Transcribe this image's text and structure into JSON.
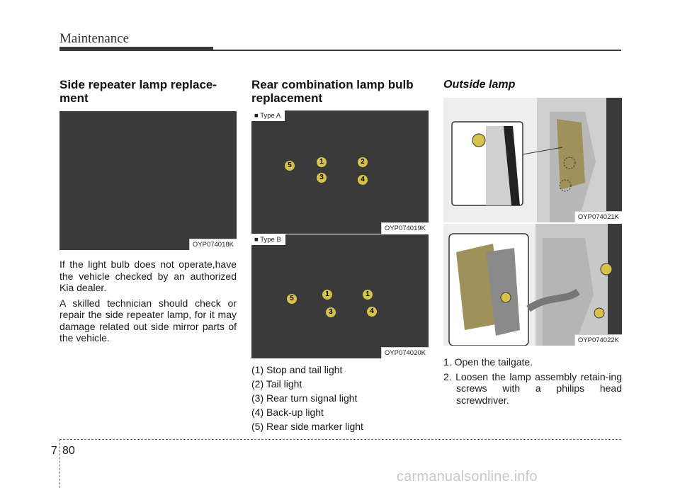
{
  "header": {
    "section_title": "Maintenance"
  },
  "side_repeater": {
    "heading": "Side repeater lamp replace-\nment",
    "figure_code": "OYP074018K",
    "paragraphs": [
      "If the light bulb does not operate,have the vehicle checked by an authorized Kia dealer.",
      "A skilled technician should check or repair the side repeater lamp, for it may damage related out side mirror parts of the vehicle."
    ]
  },
  "rear_combination": {
    "heading": "Rear combination lamp bulb\nreplacement",
    "type_a": {
      "label": "■ Type A",
      "figure_code": "OYP074019K",
      "callouts": [
        "1",
        "2",
        "3",
        "4",
        "5"
      ]
    },
    "type_b": {
      "label": "■ Type B",
      "figure_code": "OYP074020K",
      "callouts": [
        "1",
        "1",
        "3",
        "4",
        "5"
      ]
    },
    "legend": [
      "(1) Stop and tail light",
      "(2) Tail light",
      "(3) Rear turn signal light",
      "(4) Back-up light",
      "(5) Rear side marker light"
    ]
  },
  "outside_lamp": {
    "heading": "Outside lamp",
    "figure_codes": [
      "OYP074021K",
      "OYP074022K"
    ],
    "steps": [
      "1. Open the tailgate.",
      "2. Loosen the lamp assembly retain-ing screws with a philips head screwdriver."
    ]
  },
  "footer": {
    "chapter": "7",
    "page": "80",
    "watermark": "carmanualsonline.info"
  },
  "colors": {
    "figure_bg": "#3a3a3a",
    "callout": "#d6c24a",
    "header_bar": "#3a3a3a"
  }
}
